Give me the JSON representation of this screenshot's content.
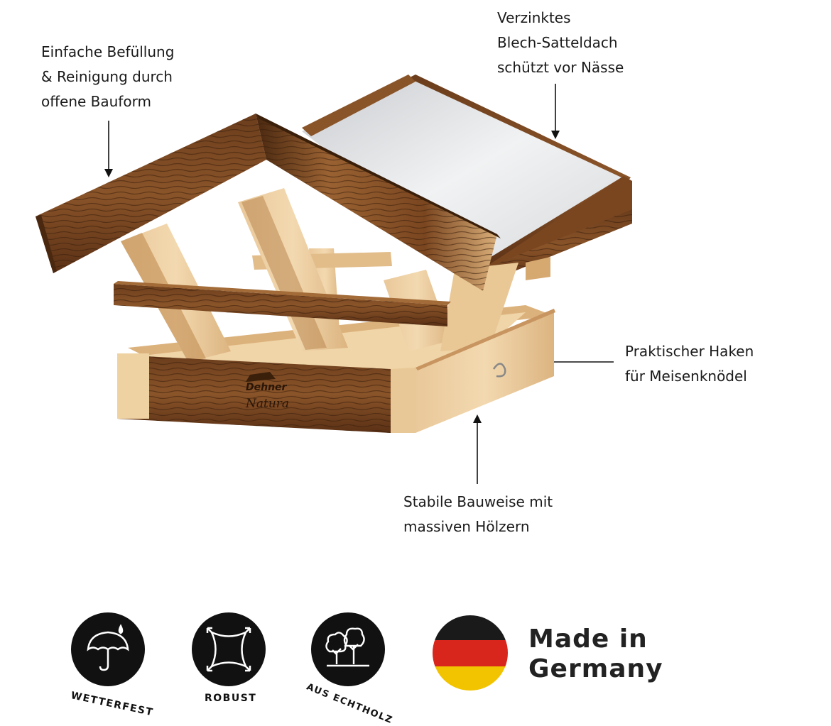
{
  "callouts": {
    "fill": [
      "Einfache Befüllung",
      "& Reinigung durch",
      "offene Bauform"
    ],
    "roof": [
      "Verzinktes",
      "Blech-Satteldach",
      "schützt vor Nässe"
    ],
    "hook": [
      "Praktischer Haken",
      "für Meisenknödel"
    ],
    "build": [
      "Stabile Bauweise mit",
      "massiven Hölzern"
    ]
  },
  "product": {
    "brand": "Dehner",
    "line": "Natura"
  },
  "badges": [
    {
      "label": "WETTERFEST",
      "icon": "umbrella-rain-icon"
    },
    {
      "label": "ROBUST",
      "icon": "stretch-square-icon"
    },
    {
      "label": "AUS ECHTHOLZ",
      "icon": "trees-icon"
    }
  ],
  "made_in": {
    "line1": "Made in",
    "line2": "Germany",
    "flag_colors": [
      "#1a1a1a",
      "#d9261c",
      "#f2c400"
    ]
  }
}
